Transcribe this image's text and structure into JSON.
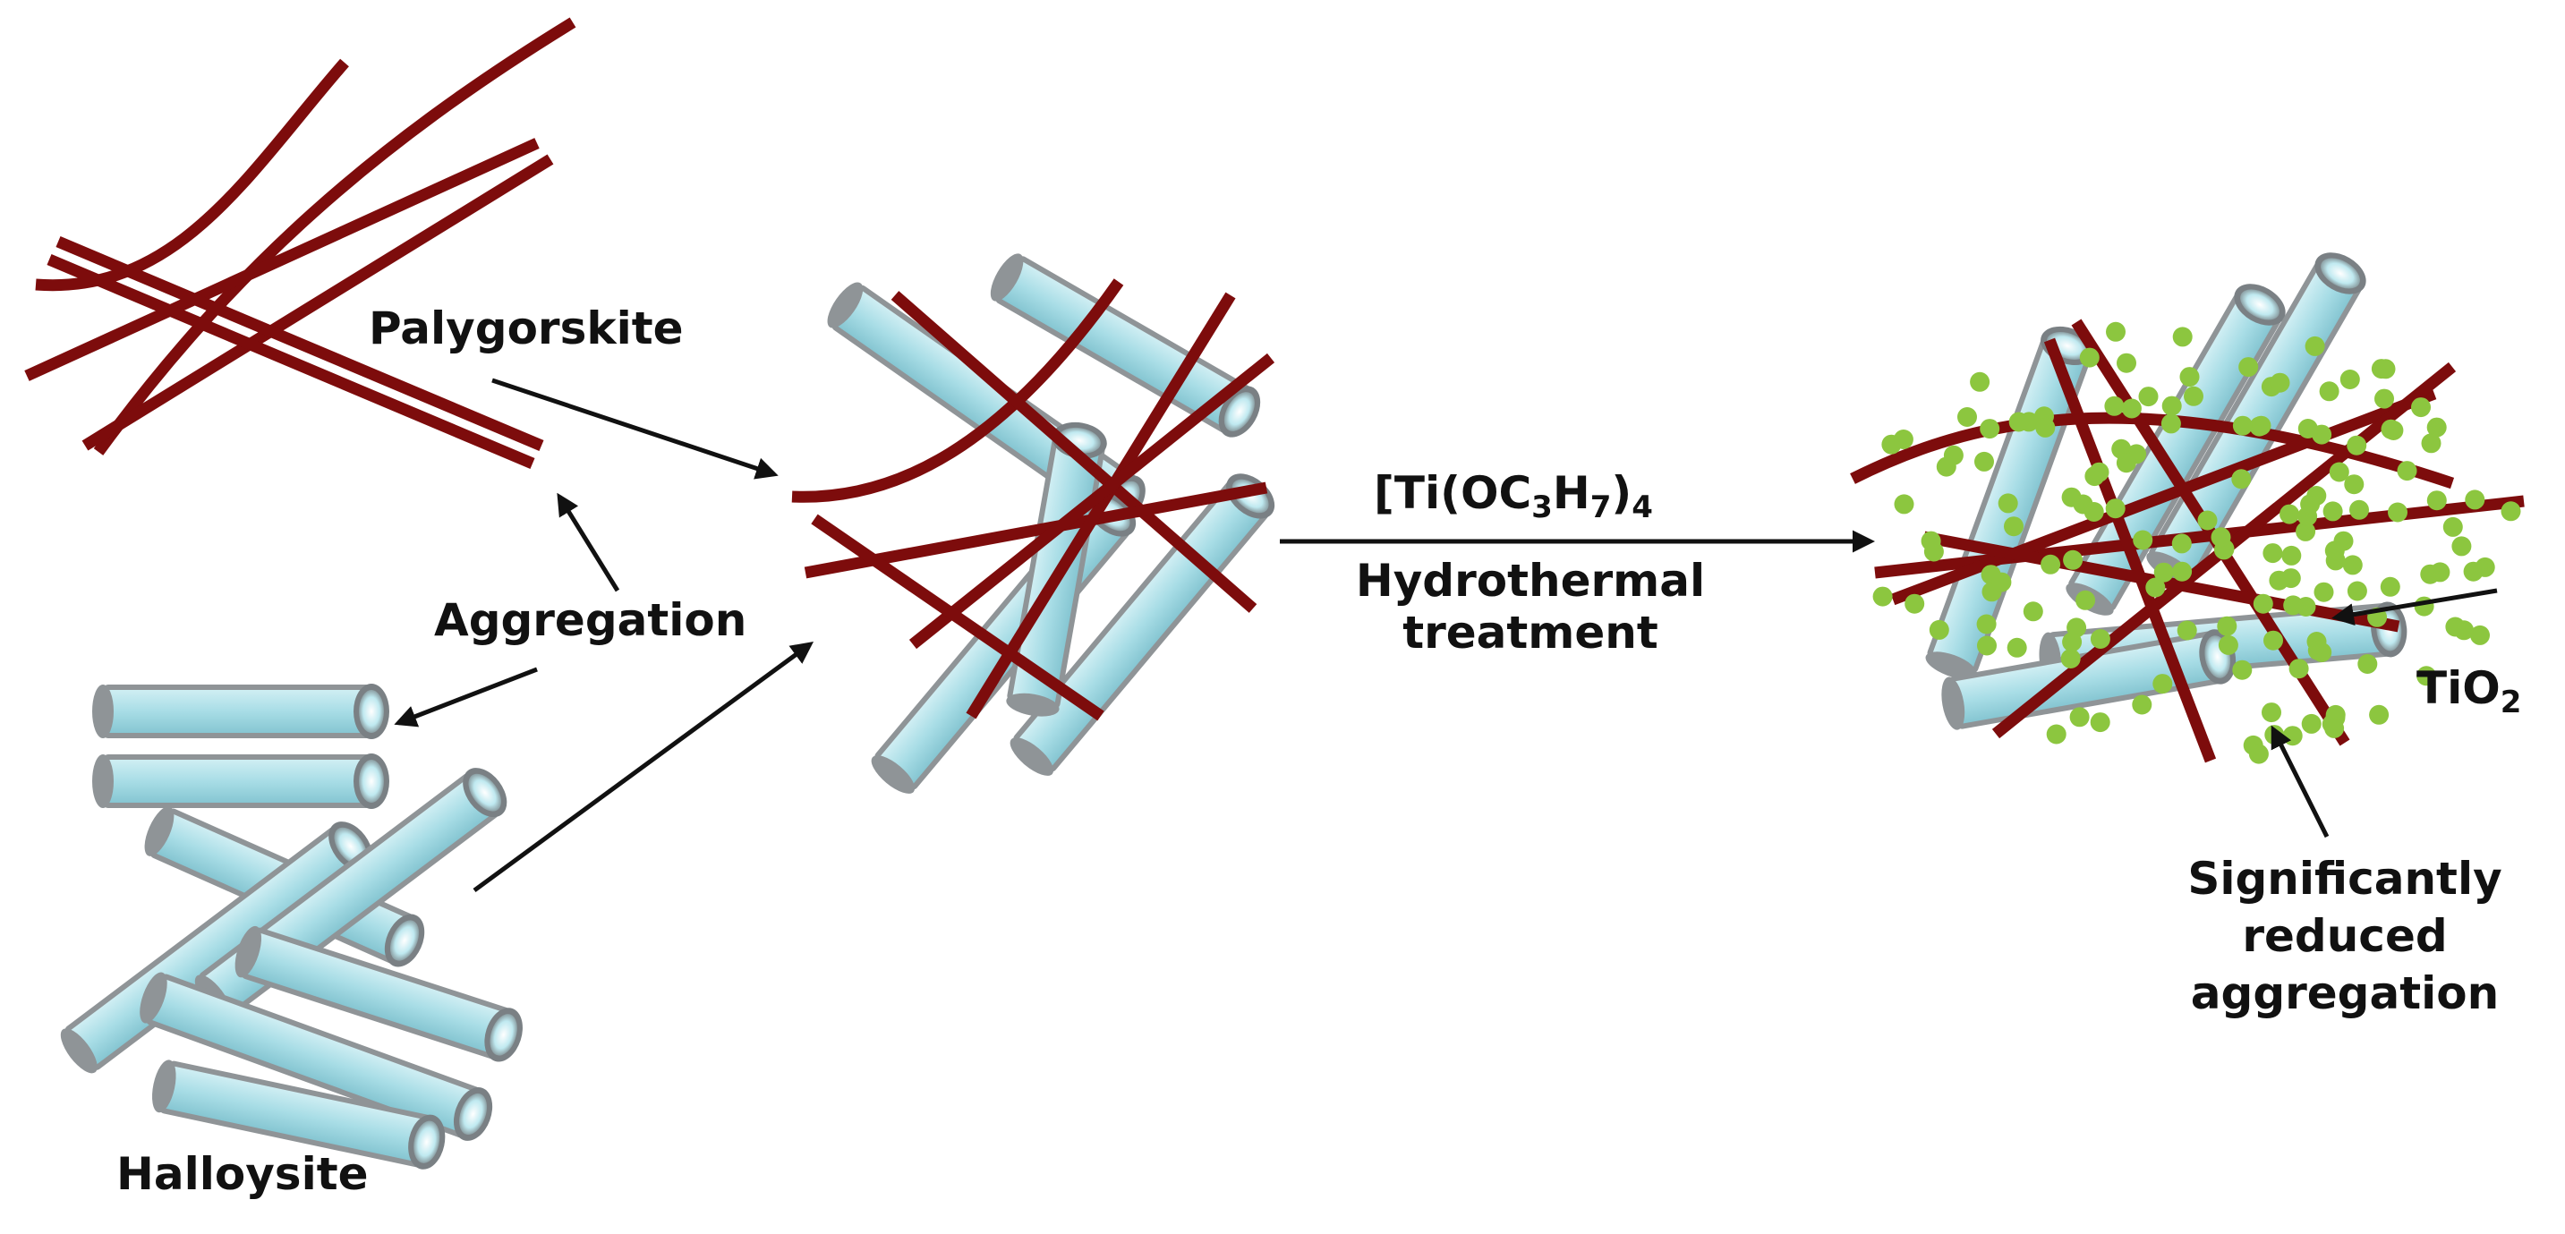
{
  "labels": {
    "palygorskite": "Palygorskite",
    "aggregation": "Aggregation",
    "halloysite": "Halloysite",
    "reagent_prefix": "[Ti(OC",
    "reagent_sub1": "3",
    "reagent_mid": "H",
    "reagent_sub2": "7",
    "reagent_close": ")",
    "reagent_sub3": "4",
    "process_line1": "Hydrothermal",
    "process_line2": "treatment",
    "tio2_prefix": "TiO",
    "tio2_sub": "2",
    "result_line1": "Significantly",
    "result_line2": "reduced",
    "result_line3": "aggregation"
  },
  "colors": {
    "fiber": "#7d0c0c",
    "tube_fill": "#a8dde6",
    "tube_rim": "#9a9fa3",
    "tube_dark": "#6d7376",
    "tio2_dot": "#8cc63f",
    "arrow": "#111111"
  }
}
